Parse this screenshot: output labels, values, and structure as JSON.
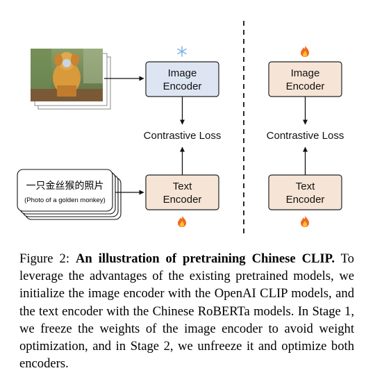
{
  "figure": {
    "stage1": {
      "image_encoder_label_line1": "Image",
      "image_encoder_label_line2": "Encoder",
      "loss_label": "Contrastive Loss",
      "text_encoder_label_line1": "Text",
      "text_encoder_label_line2": "Encoder",
      "image_encoder_state_icon": "snowflake-icon",
      "text_encoder_state_icon": "fire-icon"
    },
    "stage2": {
      "image_encoder_label_line1": "Image",
      "image_encoder_label_line2": "Encoder",
      "loss_label": "Contrastive Loss",
      "text_encoder_label_line1": "Text",
      "text_encoder_label_line2": "Encoder",
      "image_encoder_state_icon": "fire-icon",
      "text_encoder_state_icon": "fire-icon"
    },
    "text_input": {
      "chinese": "一只金丝猴的照片",
      "english": "(Photo of a golden monkey)"
    },
    "colors": {
      "image_encoder_frozen": "#dde5f3",
      "encoder_trainable": "#f6e5d6",
      "divider": "#111111"
    }
  },
  "caption": {
    "label": "Figure 2:",
    "title": "An illustration of pretraining Chinese CLIP.",
    "body": "To leverage the advantages of the existing pretrained models, we initialize the image encoder with the OpenAI CLIP models, and the text encoder with the Chinese RoBERTa models. In Stage 1, we freeze the weights of the image encoder to avoid weight optimization, and in Stage 2, we unfreeze it and optimize both encoders."
  }
}
